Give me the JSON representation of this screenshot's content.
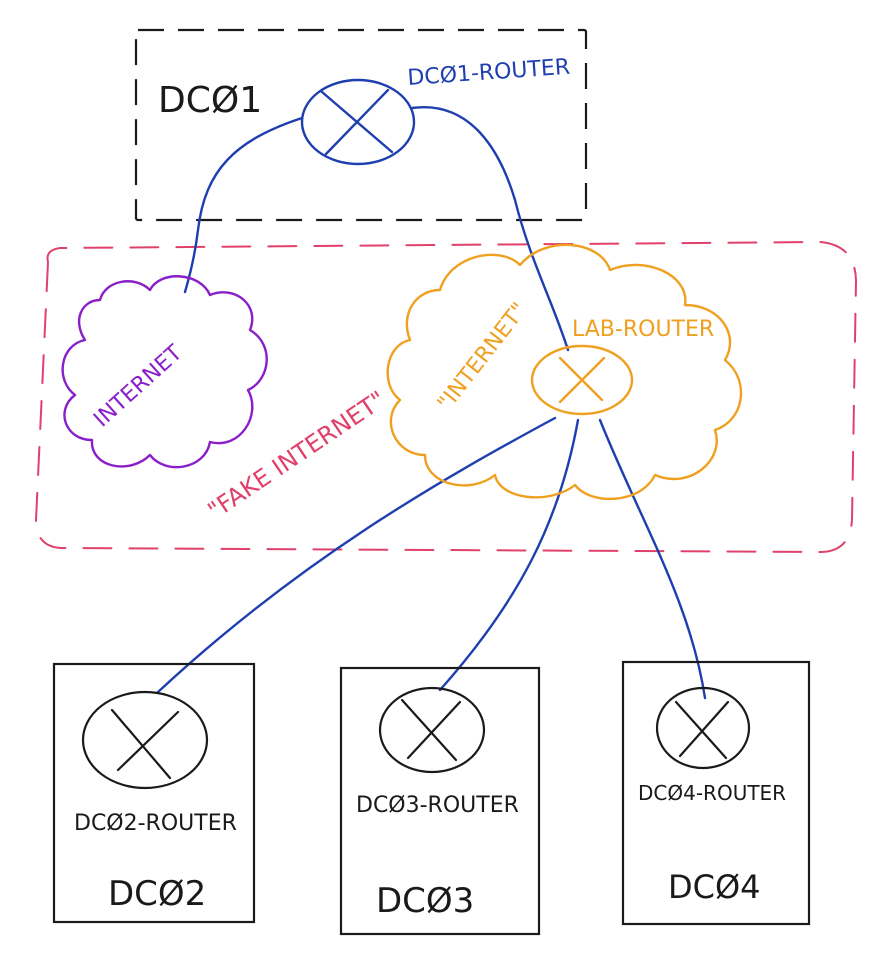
{
  "colors": {
    "ink": "#1a1a1a",
    "link": "#1f3fb0",
    "dc01_label": "#1f3fb0",
    "real_internet": "#8a1fc9",
    "lab_internet": "#f0a020",
    "fake_zone": "#e0406a"
  },
  "icons": {
    "router": "router-icon",
    "cloud": "cloud-icon"
  },
  "dc01": {
    "site_label": "DCØ1",
    "router_label": "DCØ1-ROUTER"
  },
  "fake_internet": {
    "zone_label": "\"FAKE INTERNET\"",
    "internet_label": "INTERNET",
    "lab_internet_label": "\"INTERNET\"",
    "lab_router_label": "LAB-ROUTER"
  },
  "dc02": {
    "site_label": "DCØ2",
    "router_label": "DCØ2-ROUTER"
  },
  "dc03": {
    "site_label": "DCØ3",
    "router_label": "DCØ3-ROUTER"
  },
  "dc04": {
    "site_label": "DCØ4",
    "router_label": "DCØ4-ROUTER"
  }
}
